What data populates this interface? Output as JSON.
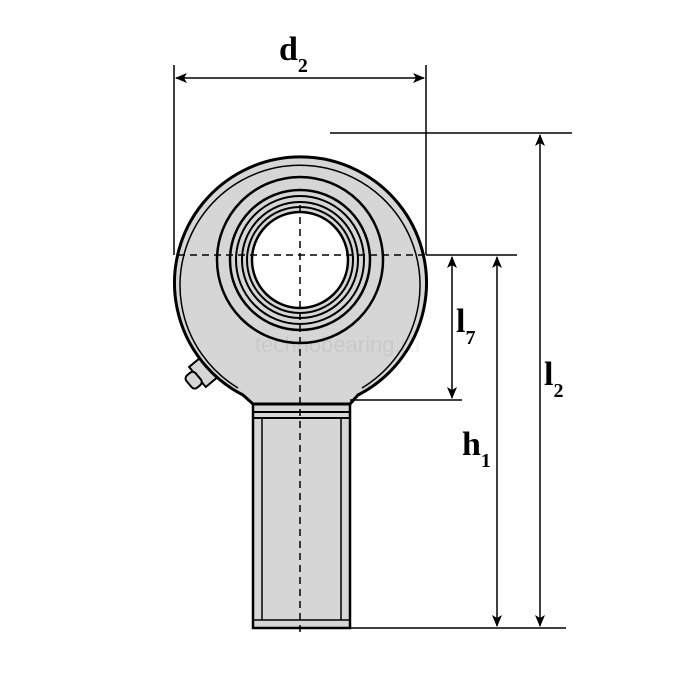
{
  "labels": {
    "d2": {
      "main": "d",
      "sub": "2"
    },
    "l7": {
      "main": "l",
      "sub": "7"
    },
    "l2": {
      "main": "l",
      "sub": "2"
    },
    "h1": {
      "main": "h",
      "sub": "1"
    }
  },
  "watermark": "technobearing.ru",
  "colors": {
    "body": "#d6d6d6",
    "line": "#000000"
  }
}
